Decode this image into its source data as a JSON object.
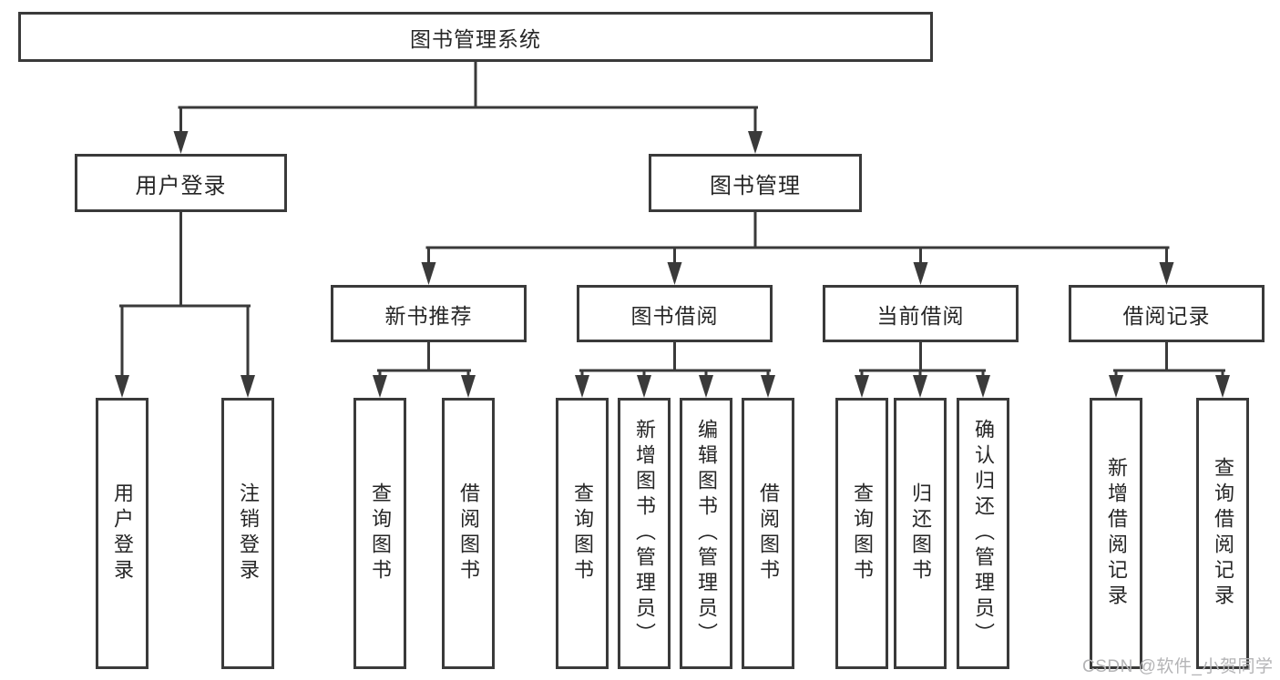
{
  "diagram": {
    "type": "hierarchy-tree",
    "tree": {
      "label": "图书管理系统",
      "children": [
        {
          "label": "用户登录",
          "children": [
            {
              "label": "用户登录"
            },
            {
              "label": "注销登录"
            }
          ]
        },
        {
          "label": "图书管理",
          "children": [
            {
              "label": "新书推荐",
              "children": [
                {
                  "label": "查询图书"
                },
                {
                  "label": "借阅图书"
                }
              ]
            },
            {
              "label": "图书借阅",
              "children": [
                {
                  "label": "查询图书"
                },
                {
                  "label": "新增图书（管理员）"
                },
                {
                  "label": "编辑图书（管理员）"
                },
                {
                  "label": "借阅图书"
                }
              ]
            },
            {
              "label": "当前借阅",
              "children": [
                {
                  "label": "查询图书"
                },
                {
                  "label": "归还图书"
                },
                {
                  "label": "确认归还（管理员）"
                }
              ]
            },
            {
              "label": "借阅记录",
              "children": [
                {
                  "label": "新增借阅记录"
                },
                {
                  "label": "查询借阅记录"
                }
              ]
            }
          ]
        }
      ]
    }
  },
  "watermark": {
    "text": "CSDN @软件_小贺同学"
  },
  "colors": {
    "line": "#3a3a3a",
    "box_border": "#3a3a3a",
    "box_fill": "#ffffff",
    "text": "#262626",
    "watermark": "#b4b4b6",
    "background": "#ffffff"
  }
}
